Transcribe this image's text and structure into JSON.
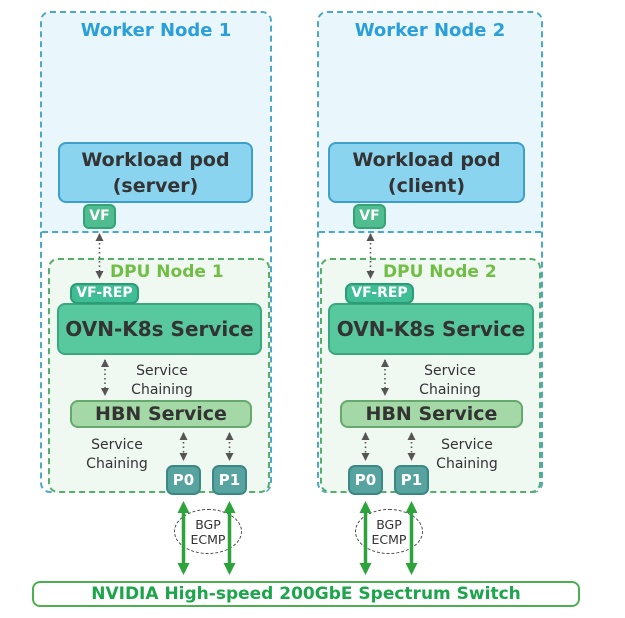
{
  "diagram": {
    "nodes": [
      {
        "title": "Worker Node 1",
        "pod": {
          "line1": "Workload pod",
          "line2": "(server)"
        },
        "vf_label": "VF",
        "dpu_title": "DPU Node 1",
        "vfrep_label": "VF-REP",
        "ovn_label": "OVN-K8s Service",
        "service_chaining_upper": "Service Chaining",
        "service_chaining_lower": "Service Chaining",
        "hbn_label": "HBN Service",
        "p0_label": "P0",
        "p1_label": "P1",
        "bgp": {
          "line1": "BGP",
          "line2": "ECMP"
        }
      },
      {
        "title": "Worker Node 2",
        "pod": {
          "line1": "Workload pod",
          "line2": "(client)"
        },
        "vf_label": "VF",
        "dpu_title": "DPU Node 2",
        "vfrep_label": "VF-REP",
        "ovn_label": "OVN-K8s Service",
        "service_chaining_upper": "Service Chaining",
        "service_chaining_lower": "Service Chaining",
        "hbn_label": "HBN Service",
        "p0_label": "P0",
        "p1_label": "P1",
        "bgp": {
          "line1": "BGP",
          "line2": "ECMP"
        }
      }
    ],
    "switch_label": "NVIDIA High-speed 200GbE Spectrum Switch",
    "colors": {
      "worker_node_border": "#4AA8C8",
      "worker_node_fill": "#E9F6FC",
      "worker_title_blue": "#2B9FD9",
      "pod_fill": "#8BD4F0",
      "vf_green": "#4FBD90",
      "vfrep_green": "#3FBE96",
      "dpu_border_green": "#57AE6C",
      "dpu_fill": "#F0F8F2",
      "dpu_title_green": "#70BF44",
      "ovn_fill": "#58C89E",
      "hbn_fill": "#A4D8A6",
      "port_teal": "#57A3A0",
      "gray_arrow": "#555555",
      "green_arrow": "#2EA33C",
      "switch_green": "#1CA54B"
    }
  }
}
